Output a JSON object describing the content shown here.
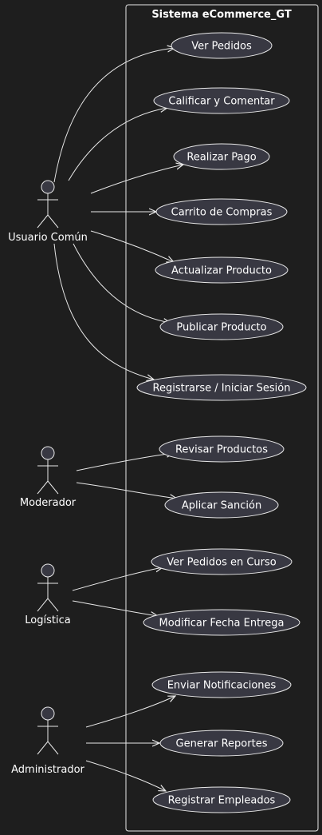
{
  "system": {
    "title": "Sistema eCommerce_GT"
  },
  "actors": [
    {
      "id": "usuario",
      "label": "Usuario Común"
    },
    {
      "id": "moderador",
      "label": "Moderador"
    },
    {
      "id": "logistica",
      "label": "Logística"
    },
    {
      "id": "admin",
      "label": "Administrador"
    }
  ],
  "use_cases": [
    {
      "id": "uc1",
      "label": "Ver Pedidos"
    },
    {
      "id": "uc2",
      "label": "Calificar y Comentar"
    },
    {
      "id": "uc3",
      "label": "Realizar Pago"
    },
    {
      "id": "uc4",
      "label": "Carrito de Compras"
    },
    {
      "id": "uc5",
      "label": "Actualizar Producto"
    },
    {
      "id": "uc6",
      "label": "Publicar Producto"
    },
    {
      "id": "uc7",
      "label": "Registrarse / Iniciar Sesión"
    },
    {
      "id": "uc8",
      "label": "Revisar Productos"
    },
    {
      "id": "uc9",
      "label": "Aplicar Sanción"
    },
    {
      "id": "uc10",
      "label": "Ver Pedidos en Curso"
    },
    {
      "id": "uc11",
      "label": "Modificar Fecha Entrega"
    },
    {
      "id": "uc12",
      "label": "Enviar Notificaciones"
    },
    {
      "id": "uc13",
      "label": "Generar Reportes"
    },
    {
      "id": "uc14",
      "label": "Registrar Empleados"
    }
  ],
  "associations": [
    [
      "usuario",
      "uc1"
    ],
    [
      "usuario",
      "uc2"
    ],
    [
      "usuario",
      "uc3"
    ],
    [
      "usuario",
      "uc4"
    ],
    [
      "usuario",
      "uc5"
    ],
    [
      "usuario",
      "uc6"
    ],
    [
      "usuario",
      "uc7"
    ],
    [
      "moderador",
      "uc8"
    ],
    [
      "moderador",
      "uc9"
    ],
    [
      "logistica",
      "uc10"
    ],
    [
      "logistica",
      "uc11"
    ],
    [
      "admin",
      "uc12"
    ],
    [
      "admin",
      "uc13"
    ],
    [
      "admin",
      "uc14"
    ]
  ],
  "colors": {
    "background": "#1e1e1e",
    "stroke": "#e8e8e8",
    "fill": "#383842",
    "text": "#ffffff"
  }
}
